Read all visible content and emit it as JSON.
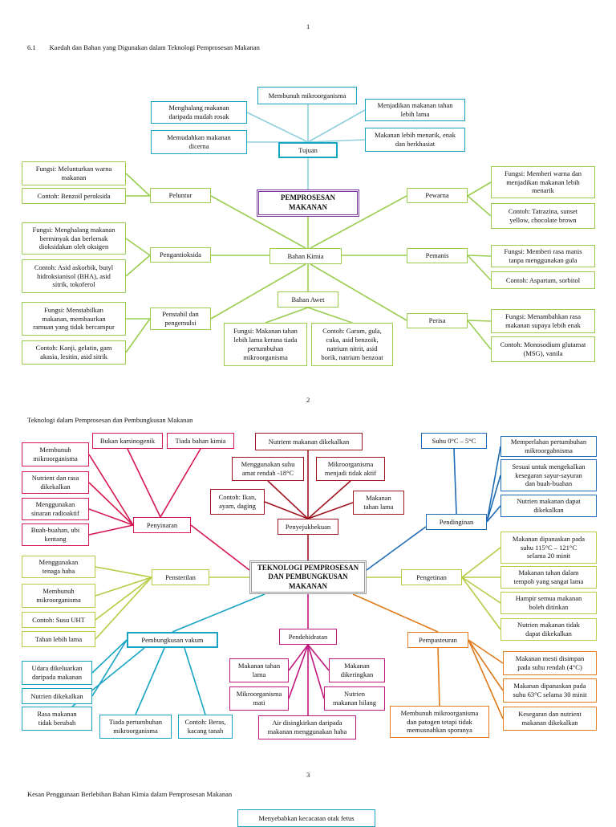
{
  "page_numbers": [
    "1",
    "2",
    "3"
  ],
  "colors": {
    "tujuan": "#8ecfdc",
    "bahan_kimia": "#9acd4f",
    "center1": "#7a3aa0",
    "red": "#d6174f",
    "maroon": "#a01420",
    "blue": "#1f6ab5",
    "lime": "#b5cc45",
    "teal": "#17a3c3",
    "magenta": "#c0177e",
    "orange": "#e07a1a",
    "center2": "#9a9a9a"
  },
  "section1": {
    "heading": "6.1        Kaedah dan Bahan yang Digunakan dalam Teknologi Pemprosesan Makanan",
    "center": "PEMPROSESAN\nMAKANAN",
    "tujuan": "Tujuan",
    "tujuan_items": [
      "Membunuh mikroorganisma",
      "Menghalang makanan\ndaripada mudah rosak",
      "Menjadikan makanan tahan\nlebih lama",
      "Memudahkan makanan\ndicerna",
      "Makanan lebih menarik, enak\ndan berkhasiat"
    ],
    "bahan_kimia": "Bahan Kimia",
    "peluntur": "Peluntur",
    "peluntur_fungsi": "Fungsi: Melunturkan warna\nmakanan",
    "peluntur_contoh": "Contoh: Benzoil peroksida",
    "pengantioksida": "Pengantioksida",
    "pengantioksida_fungsi": "Fungsi: Menghalang makanan\nberminyak dan berlemak\ndioksidakan oleh oksigen",
    "pengantioksida_contoh": "Contoh: Asid askorbik, butyl\nhidroksianisol (BHA), asid\nsitrik, tokoferol",
    "penstabil": "Penstabil dan\npengemulsi",
    "penstabil_fungsi": "Fungsi: Menstabilkan\nmakanan, membaurkan\nramuan yang tidak bercampur",
    "penstabil_contoh": "Contoh: Kanji, gelatin, gam\nakasia, lesitin, asid sitrik",
    "bahan_awet": "Bahan Awet",
    "awet_fungsi": "Fungsi: Makanan tahan\nlebih lama kerana tiada\npertumbuhan\nmikroorganisma",
    "awet_contoh": "Contoh: Garam, gula,\ncuka, asid benzoik,\nnatrium nitrit, asid\nborik, natrium benzoat",
    "pewarna": "Pewarna",
    "pewarna_fungsi": "Fungsi: Memberi warna dan\nmenjadikan makanan lebih\nmenarik",
    "pewarna_contoh": "Contoh: Tatrazina, sunset\nyellow, chocolate brown",
    "pemanis": "Pemanis",
    "pemanis_fungsi": "Fungsi: Memberi rasa manis\ntanpa menggunakan gula",
    "pemanis_contoh": "Contoh: Aspartam, sorbitol",
    "perisa": "Perisa",
    "perisa_fungsi": "Fungsi: Menambahkan rasa\nmakanan supaya lebih enak",
    "perisa_contoh": "Contoh: Monosodium glutamat\n(MSG), vanila"
  },
  "section2": {
    "heading": "Teknologi dalam Pemprosesan dan Pembungkusan Makanan",
    "center": "TEKNOLOGI PEMPROSESAN\nDAN PEMBUNGKUSAN\nMAKANAN",
    "penyinaran": "Penyinaran",
    "penyinaran_top": [
      "Bukan karsinogenik",
      "Tiada bahan kimia"
    ],
    "penyinaran_left": [
      "Membunuh\nmikroorganisma",
      "Nutrient dan rasa\ndikekalkan",
      "Menggunakan\nsinaran radioaktif",
      "Buah-buahan, ubi\nkentang"
    ],
    "penyejukbekuan": "Penyejukbekuan",
    "penyejuk_items": [
      "Nutrient makanan dikekalkan",
      "Menggunakan suhu\namat rendah -18°C",
      "Mikroorganisma\nmenjadi tidak aktif",
      "Contoh: Ikan,\nayam, daging",
      "Makanan\ntahan lama"
    ],
    "pendinginan": "Pendinginan",
    "suhu": "Suhu 0°C – 5°C",
    "pendinginan_items": [
      "Memperlahan pertumbuhan\nmikroorgabnisma",
      "Sesuai untuk mengekalkan\nkesegaran sayur-sayuran\ndan buah-buahan",
      "Nutrien makanan dapat\ndikekalkan"
    ],
    "pensterilan": "Pensterilan",
    "pensterilan_items": [
      "Menggunakan\ntenaga haba",
      "Membunuh\nmikroorganisma",
      "Contoh: Susu UHT",
      "Tahan lebih lama"
    ],
    "pengetinan": "Pengetinan",
    "pengetinan_items": [
      "Makanan dipanaskan pada\nsuhu 115°C – 121°C\nselama 20 minit",
      "Makanan tahan dalam\ntempoh yang sangat lama",
      "Hampir semua makanan\nboleh ditinkan",
      "Nutrien makanan tidak\ndapat dikekalkan"
    ],
    "vakum": "Pembungkusan vakum",
    "vakum_items": [
      "Udara dikeluarkan\ndaripada makanan",
      "Nutrien dikekalkan",
      "Rasa makanan\ntidak berubah",
      "Tiada pertumbuhan\nmikroorganisma",
      "Contoh: Beras,\nkacang tanah"
    ],
    "pendehidratan": "Pendehidratan",
    "pendehidratan_items": [
      "Makanan tahan\nlama",
      "Makanan\ndikeringkan",
      "Mikroorganisma\nmati",
      "Nutrien\nmakanan hilang",
      "Air disingkirkan daripada\nmakanan menggunakan haba"
    ],
    "pempasteuran": "Pempasteuran",
    "pempasteuran_items": [
      "Membunuh mikroorganisma\ndan patogen tetapi tidak\nmemusnahkan sporanya",
      "Makanan mesti disimpan\npada suhu rendah (4°C)",
      "Makanan dipanaskan pada\nsuhu 63°C selama 30 minit",
      "Kesegaran dan nutrient\nmakanan dikekalkan"
    ]
  },
  "section3": {
    "heading": "Kesan Penggunaan Berlebihan Bahan Kimia dalam Pemprosesan Makanan",
    "item": "Menyebabkan kecacatan otak fetus"
  }
}
